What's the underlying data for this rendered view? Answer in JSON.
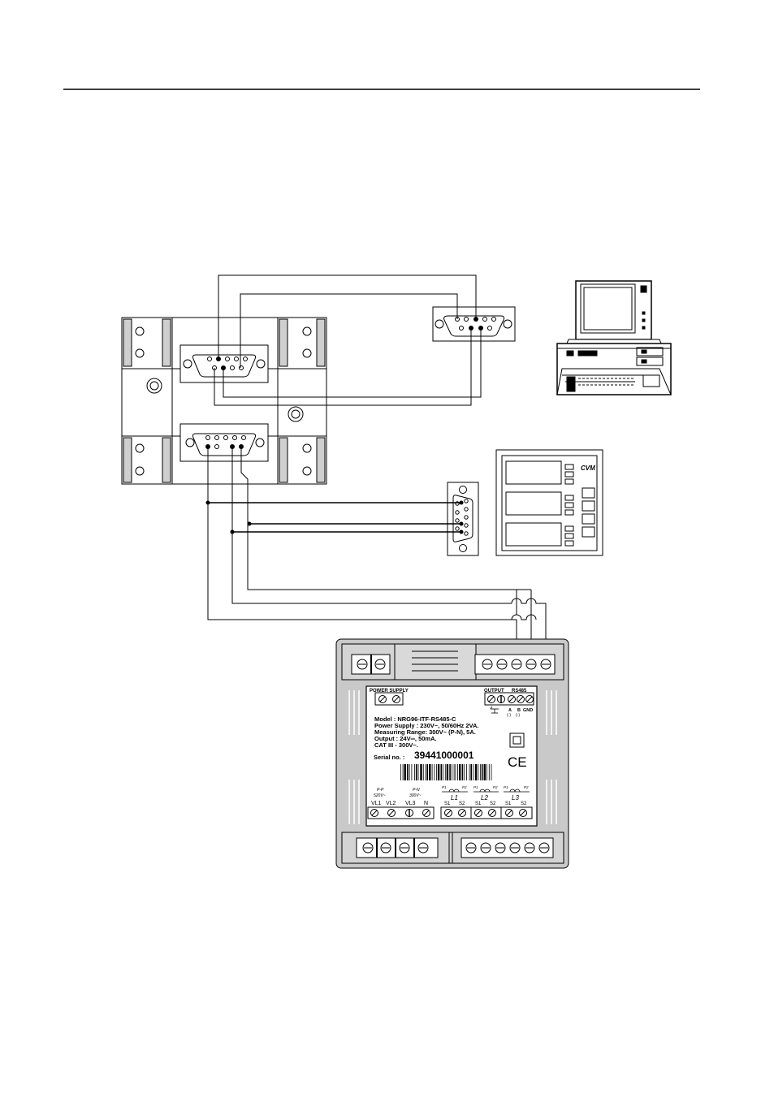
{
  "meter": {
    "labels": {
      "power_supply": "POWER SUPPLY",
      "output": "OUTPUT",
      "rs485": "RS485",
      "a": "A",
      "b": "B",
      "gnd": "GND",
      "a_sign": "(-)",
      "b_sign": "(-)",
      "model": "Model : NRG96-ITF-RS485-C",
      "power": "Power Supply : 230V~, 50/60Hz 2VA.",
      "range": "Measuring Range: 300V~ (P-N), 5A.",
      "output_spec": "Output : 24V═, 50mA.",
      "cat": "CAT III - 300V~.",
      "serial_label": "Serial no. :",
      "serial": "39441000001",
      "ce": "CE",
      "pp": "P-P",
      "pp_v": "520V~",
      "pn": "P-N",
      "pn_v": "300V~",
      "vl1": "VL1",
      "vl2": "VL2",
      "vl3": "VL3",
      "n": "N",
      "p1": "P1",
      "p2": "P2",
      "s1": "S1",
      "s2": "S2",
      "l1": "L1",
      "l2": "L2",
      "l3": "L3"
    }
  },
  "cvm": {
    "brand": "CVM"
  }
}
